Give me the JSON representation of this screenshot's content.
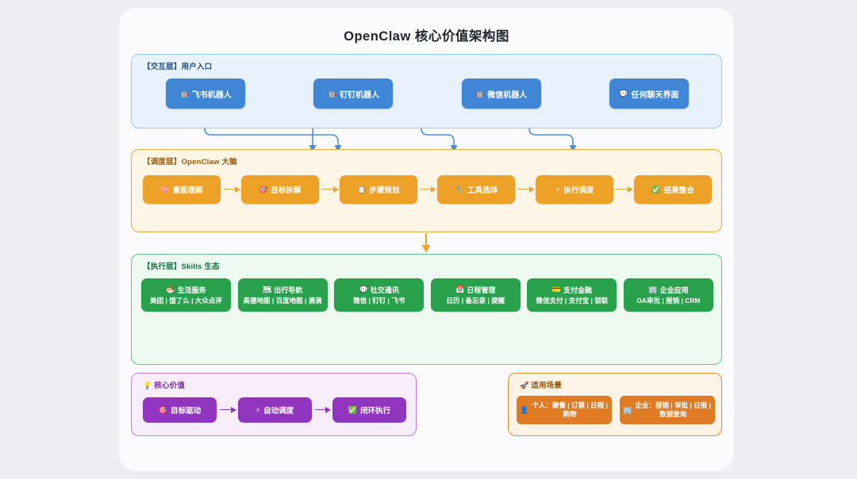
{
  "title": "OpenClaw 核心价值架构图",
  "layers": {
    "interaction": {
      "label": "【交互层】用户入口",
      "entries": [
        {
          "icon": "robot-icon",
          "glyph": "🤖",
          "label": "飞书机器人"
        },
        {
          "icon": "robot-icon",
          "glyph": "🤖",
          "label": "钉钉机器人"
        },
        {
          "icon": "robot-icon",
          "glyph": "🤖",
          "label": "微信机器人"
        },
        {
          "icon": "speech-bubble-icon",
          "glyph": "💬",
          "label": "任何聊天界面"
        }
      ]
    },
    "brain": {
      "label": "【调度层】OpenClaw 大脑",
      "steps": [
        {
          "icon": "brain-icon",
          "glyph": "🧠",
          "label": "意图理解"
        },
        {
          "icon": "target-icon",
          "glyph": "🎯",
          "label": "目标拆解"
        },
        {
          "icon": "clipboard-icon",
          "glyph": "📋",
          "label": "步骤规划"
        },
        {
          "icon": "wrench-icon",
          "glyph": "🔧",
          "label": "工具选择"
        },
        {
          "icon": "sparkle-icon",
          "glyph": "⚡",
          "label": "执行调度"
        },
        {
          "icon": "check-icon",
          "glyph": "✅",
          "label": "结果整合"
        }
      ]
    },
    "skills": {
      "label": "【执行层】Skills 生态",
      "cards": [
        {
          "icon": "food-icon",
          "glyph": "🍜",
          "title": "生活服务",
          "sub": "美团 | 饿了么 | 大众点评"
        },
        {
          "icon": "map-icon",
          "glyph": "🗺",
          "title": "出行导航",
          "sub": "高德地图 | 百度地图 | 滴滴"
        },
        {
          "icon": "chat-icon",
          "glyph": "💬",
          "title": "社交通讯",
          "sub": "微信 | 钉钉 | 飞书"
        },
        {
          "icon": "calendar-icon",
          "glyph": "📅",
          "title": "日程管理",
          "sub": "日历 | 备忘录 | 提醒"
        },
        {
          "icon": "card-icon",
          "glyph": "💳",
          "title": "支付金融",
          "sub": "微信支付 | 支付宝 | 银联"
        },
        {
          "icon": "building-icon",
          "glyph": "🏢",
          "title": "企业应用",
          "sub": "OA审批 | 报销 | CRM"
        }
      ]
    },
    "values": {
      "label": "核心价值",
      "label_icon": "lightbulb-icon",
      "label_glyph": "💡",
      "items": [
        {
          "icon": "target-icon",
          "glyph": "🎯",
          "label": "目标驱动"
        },
        {
          "icon": "bolt-icon",
          "glyph": "⚡",
          "label": "自动调度"
        },
        {
          "icon": "check-icon",
          "glyph": "✅",
          "label": "闭环执行"
        }
      ]
    },
    "scenarios": {
      "label": "适用场景",
      "label_icon": "rocket-icon",
      "label_glyph": "🚀",
      "items": [
        {
          "icon": "person-icon",
          "glyph": "👤",
          "label": "个人：聚餐 | 订票 | 日程 | 购物"
        },
        {
          "icon": "office-icon",
          "glyph": "🏢",
          "label": "企业：报销 | 审批 | 日报 | 数据查询"
        }
      ]
    }
  },
  "colors": {
    "interaction": "#3f87d6",
    "brain": "#eda126",
    "skills": "#28a04c",
    "values": "#9134bf",
    "scenarios": "#e07b24"
  }
}
